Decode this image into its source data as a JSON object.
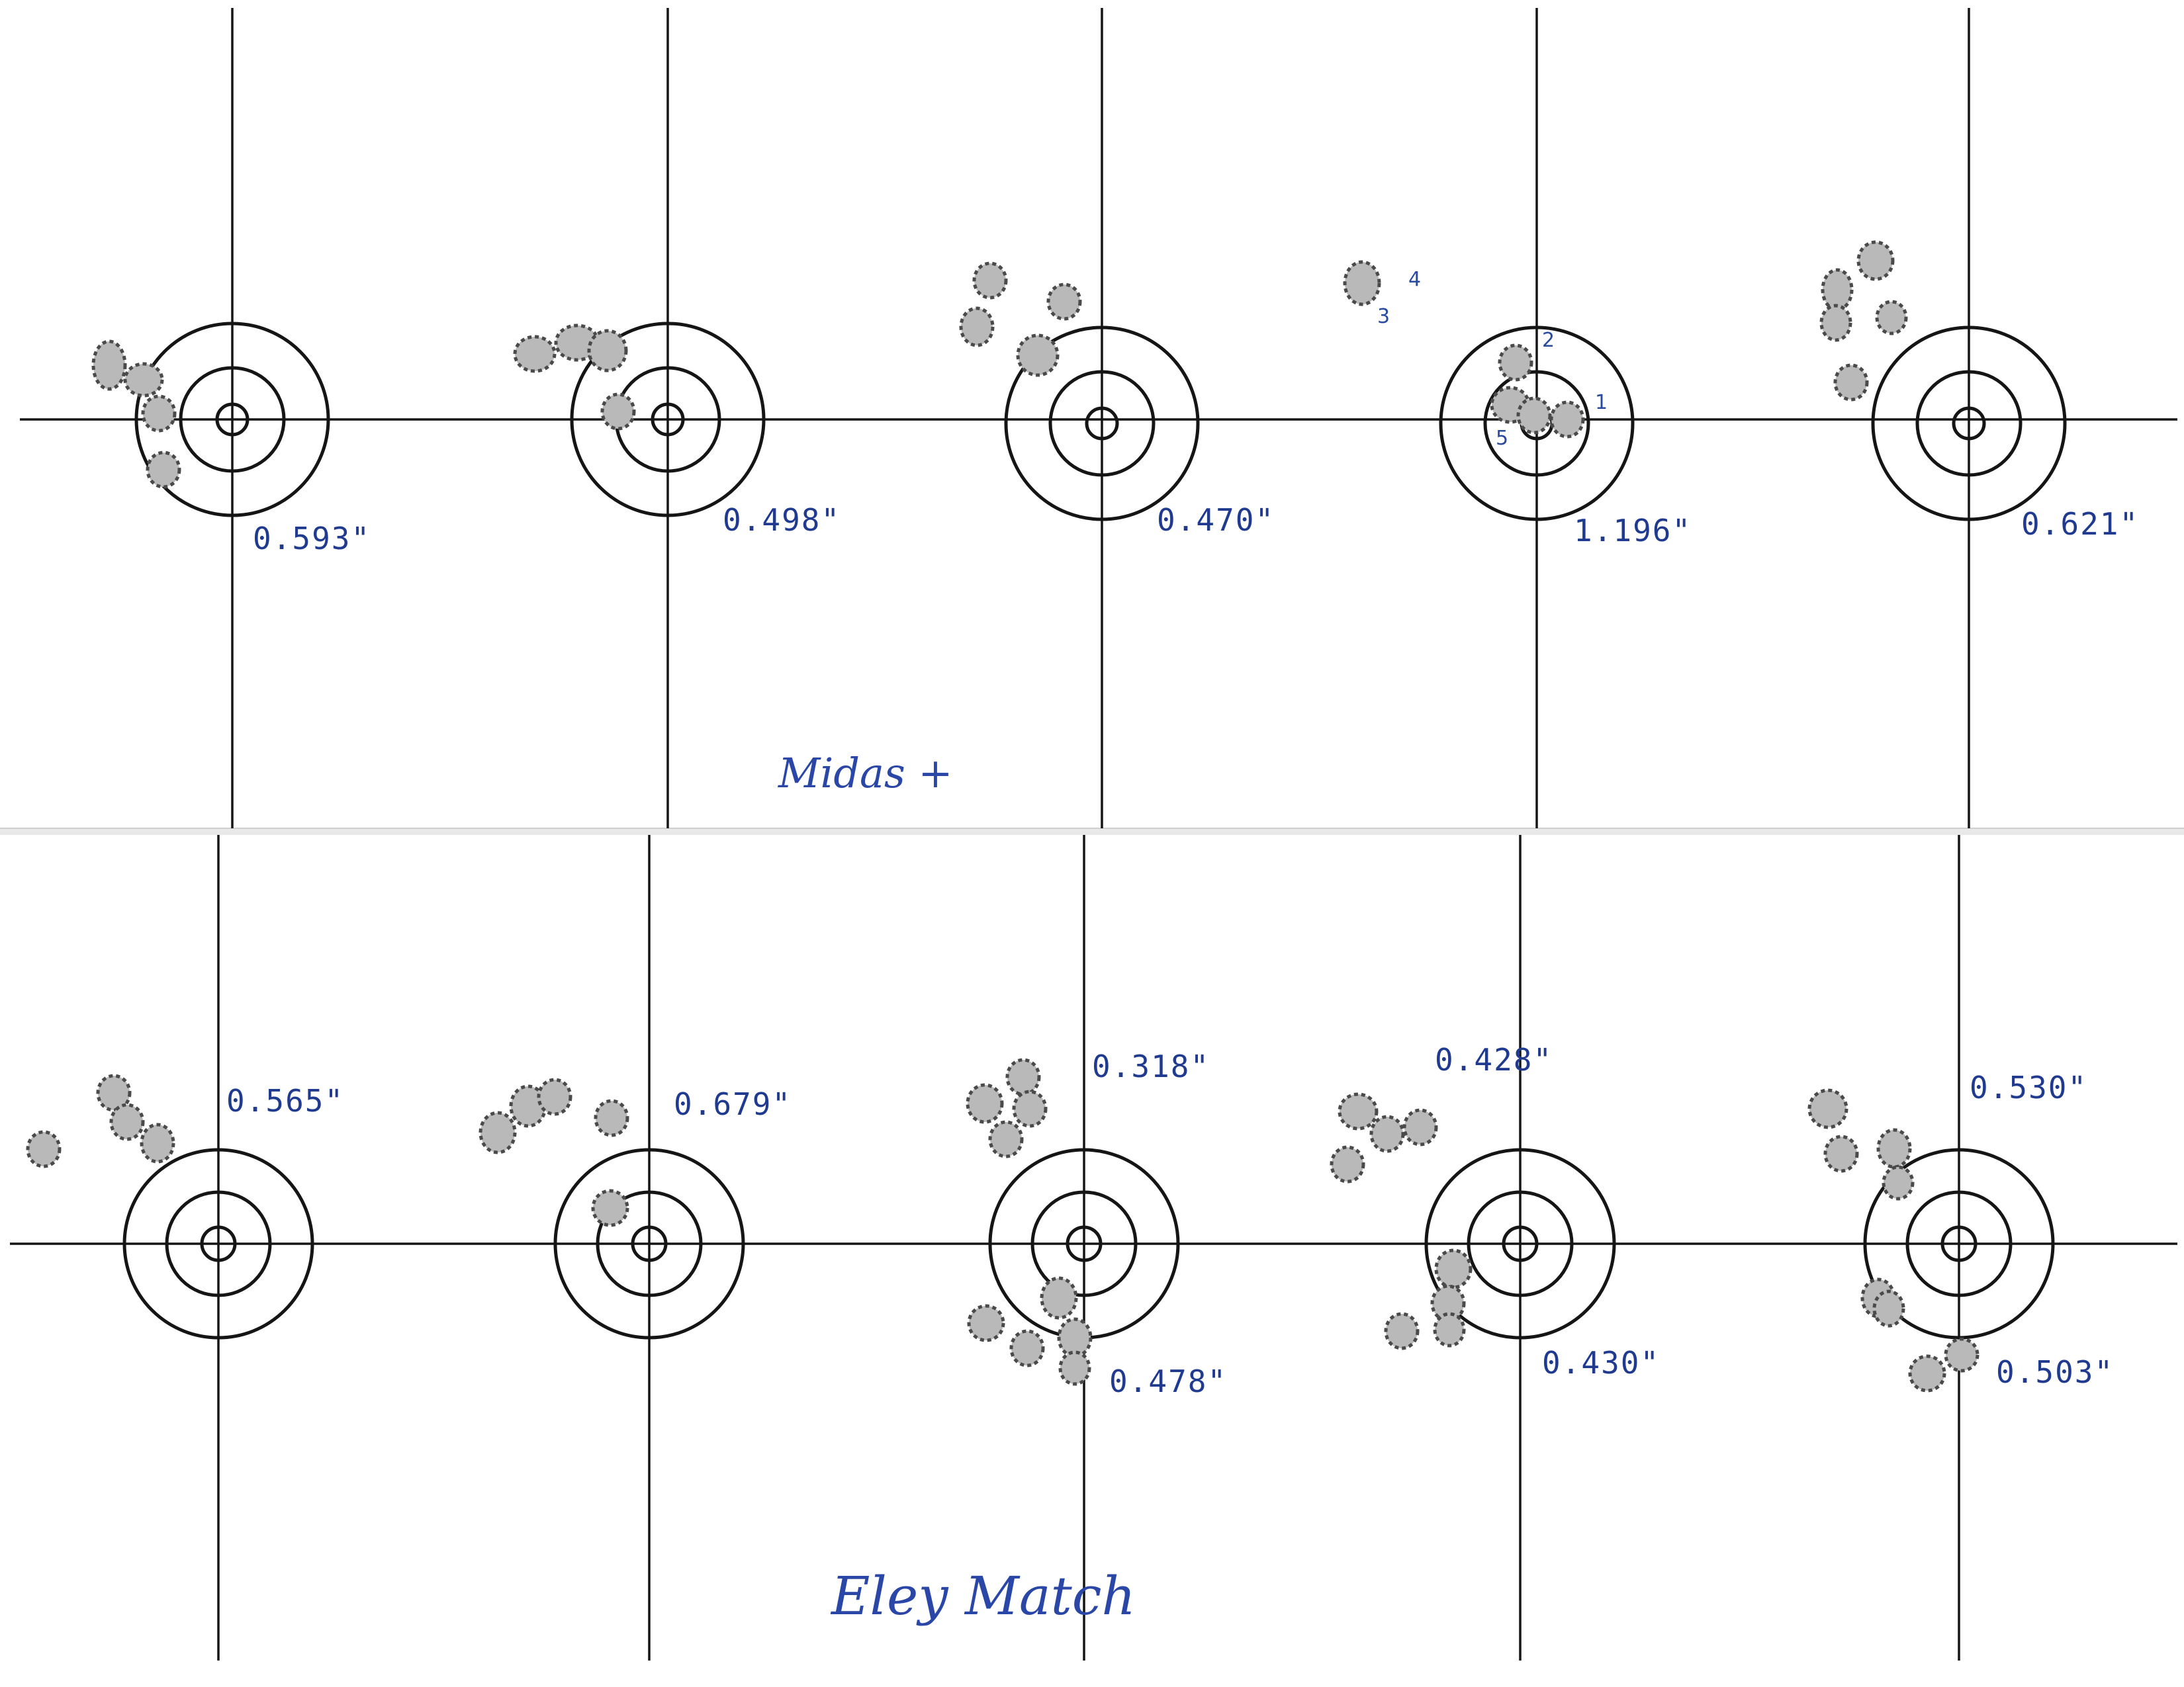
{
  "colors": {
    "paper": "#ffffff",
    "line_ink": "#151515",
    "pen_ink": "#1f3a8f",
    "hole_fill": "#b9b9b9",
    "hole_edge": "#4a4a4a"
  },
  "sheets": [
    {
      "title": "Midas +",
      "targets": [
        {
          "group": "0.593\"",
          "shot_numbers": []
        },
        {
          "group": "0.498\"",
          "shot_numbers": []
        },
        {
          "group": "0.470\"",
          "shot_numbers": []
        },
        {
          "group": "1.196\"",
          "shot_numbers": [
            "1",
            "2",
            "3",
            "4",
            "5"
          ]
        },
        {
          "group": "0.621\"",
          "shot_numbers": []
        }
      ]
    },
    {
      "title": "Eley Match",
      "targets": [
        {
          "groups": [
            "0.565\""
          ]
        },
        {
          "groups": [
            "0.679\""
          ]
        },
        {
          "groups": [
            "0.318\"",
            "0.478\""
          ]
        },
        {
          "groups": [
            "0.428\"",
            "0.430\""
          ]
        },
        {
          "groups": [
            "0.530\"",
            "0.503\""
          ]
        }
      ]
    }
  ]
}
